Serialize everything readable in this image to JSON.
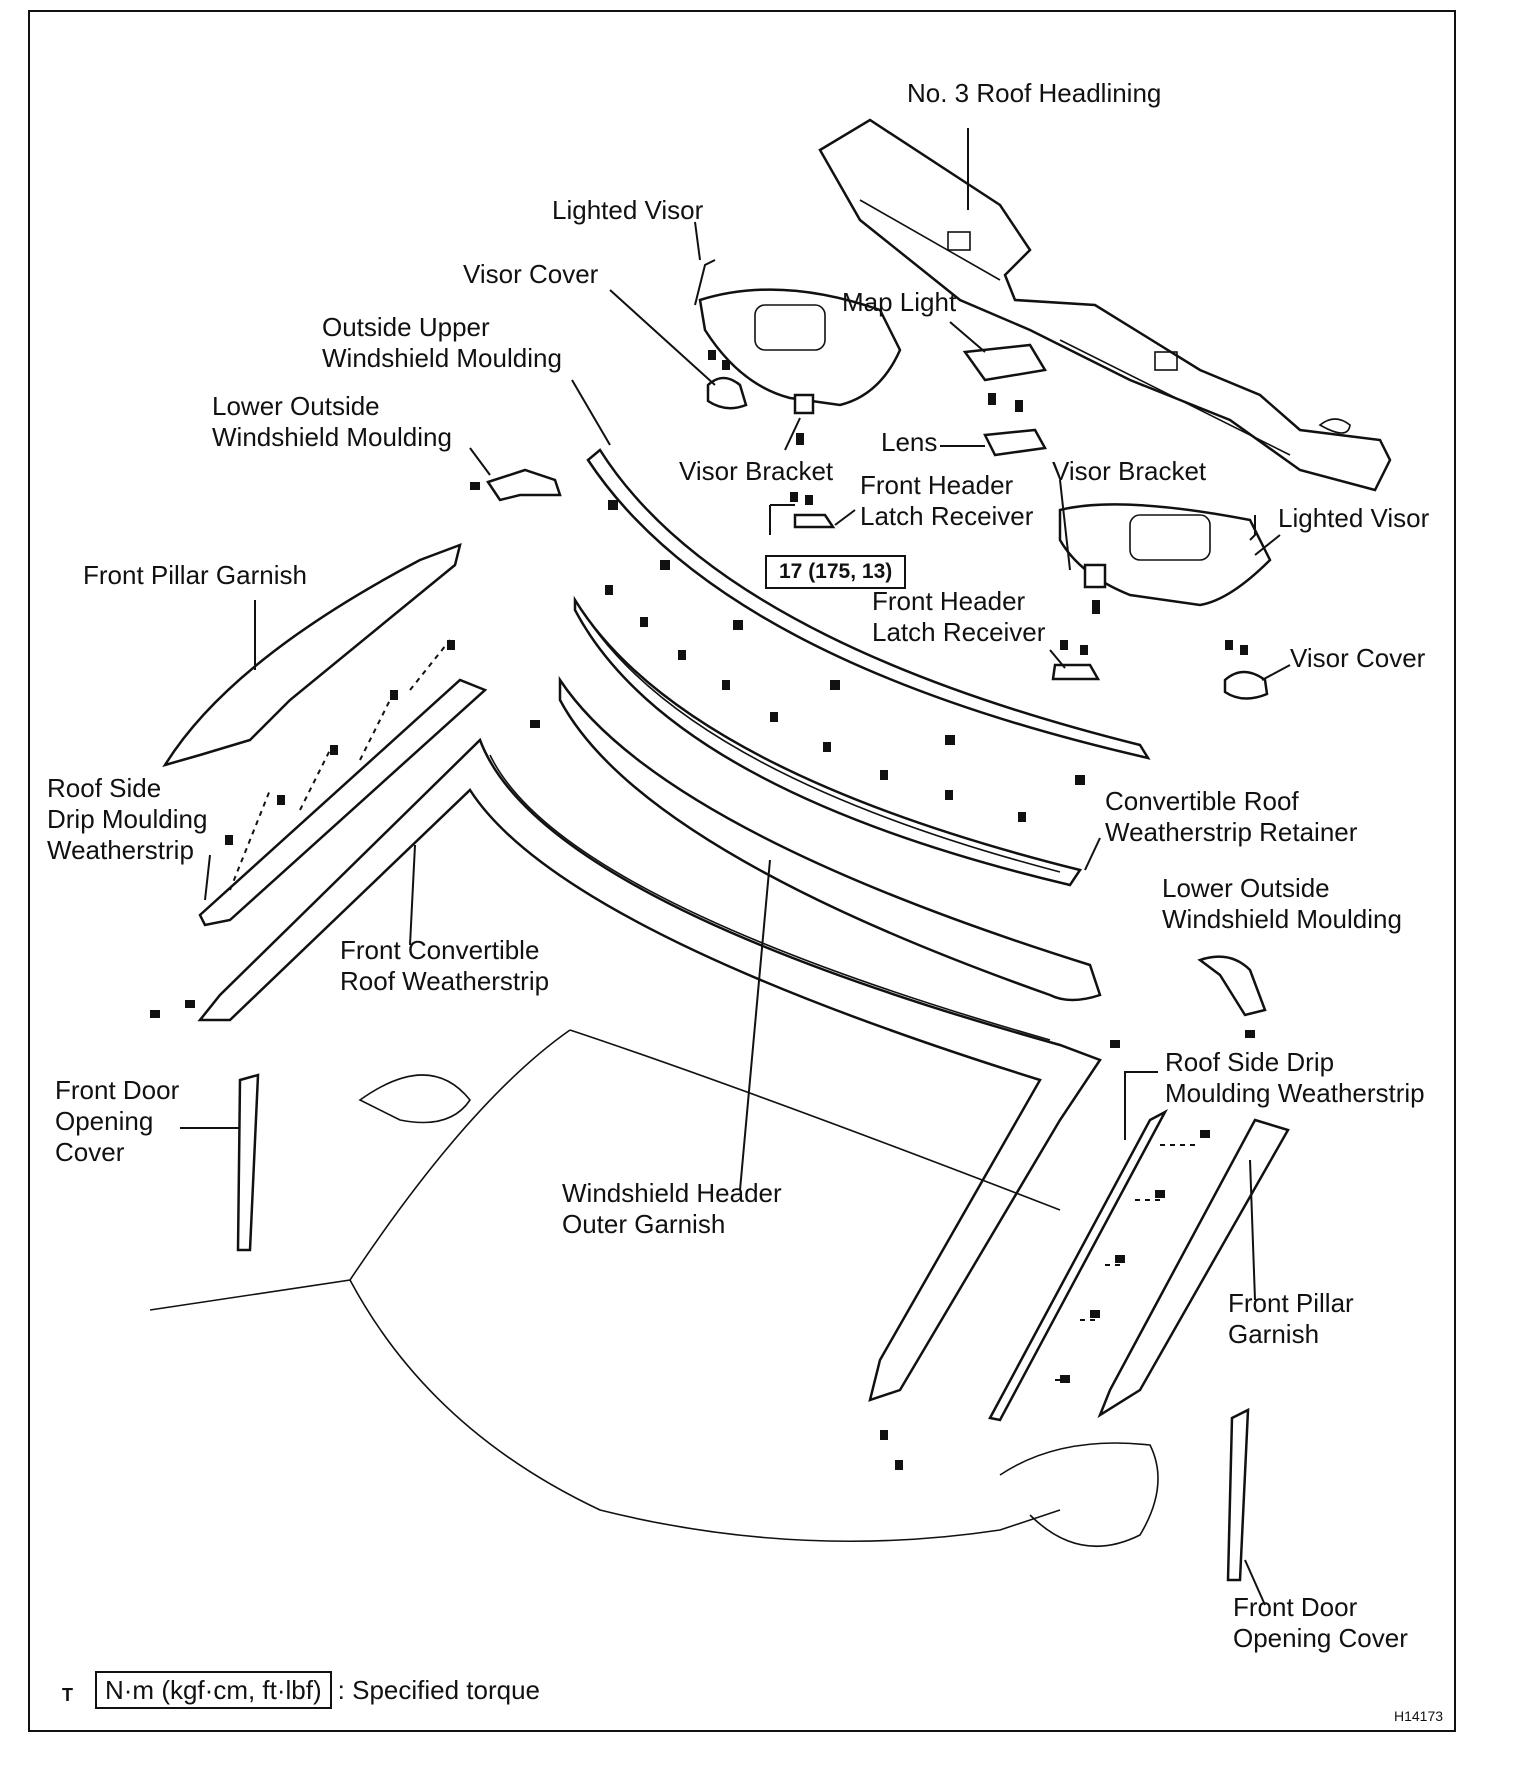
{
  "labels": {
    "no3_roof_headlining": "No. 3 Roof Headlining",
    "lighted_visor_left": "Lighted Visor",
    "visor_cover_left": "Visor Cover",
    "map_light": "Map Light",
    "outside_upper_windshield_moulding": "Outside Upper\nWindshield Moulding",
    "lower_outside_windshield_moulding_left": "Lower Outside\nWindshield Moulding",
    "lens": "Lens",
    "visor_bracket_left": "Visor Bracket",
    "visor_bracket_right": "Visor Bracket",
    "front_header_latch_receiver_1": "Front Header\nLatch Receiver",
    "torque_value": "17 (175, 13)",
    "lighted_visor_right": "Lighted Visor",
    "front_pillar_garnish_left": "Front Pillar Garnish",
    "front_header_latch_receiver_2": "Front Header\nLatch Receiver",
    "visor_cover_right": "Visor Cover",
    "roof_side_drip_moulding_weatherstrip_left": "Roof Side\nDrip Moulding\nWeatherstrip",
    "convertible_roof_weatherstrip_retainer": "Convertible Roof\nWeatherstrip Retainer",
    "lower_outside_windshield_moulding_right": "Lower Outside\nWindshield Moulding",
    "front_convertible_roof_weatherstrip": "Front Convertible\nRoof Weatherstrip",
    "front_door_opening_cover_left": "Front Door\nOpening\nCover",
    "roof_side_drip_moulding_weatherstrip_right": "Roof Side Drip\nMoulding Weatherstrip",
    "windshield_header_outer_garnish": "Windshield Header\nOuter Garnish",
    "front_pillar_garnish_right": "Front Pillar\nGarnish",
    "front_door_opening_cover_right": "Front Door\nOpening Cover"
  },
  "legend": {
    "symbol": "T",
    "unit_box": "N·m (kgf·cm, ft·lbf)",
    "text": ": Specified torque"
  },
  "figure_code": "H14173"
}
